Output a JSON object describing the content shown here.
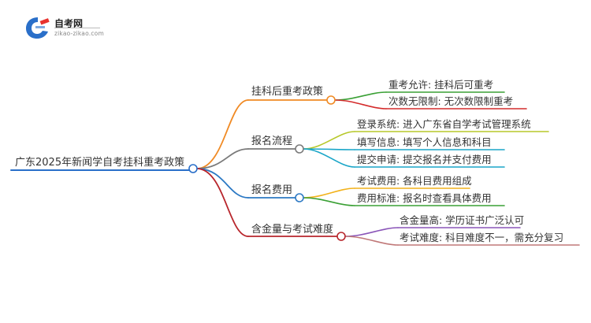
{
  "logo": {
    "title": "自考网",
    "url": "zikao-zikao.com",
    "colors": {
      "primary": "#2a6fc9",
      "accent": "#e8322d"
    }
  },
  "root": {
    "label": "广东2025年新闻学自考挂科重考政策",
    "color": "#2a6fc9"
  },
  "branches": [
    {
      "label": "挂科后重考政策",
      "color": "#f08a24",
      "leaves": [
        {
          "label": "重考允许: 挂科后可重考",
          "color": "#3aa035"
        },
        {
          "label": "次数无限制: 无次数限制重考",
          "color": "#d42b2b"
        }
      ]
    },
    {
      "label": "报名流程",
      "color": "#7a7a7a",
      "leaves": [
        {
          "label": "登录系统: 进入广东省自学考试管理系统",
          "color": "#b7c82a"
        },
        {
          "label": "填写信息: 填写个人信息和科目",
          "color": "#1aa6c8"
        },
        {
          "label": "提交申请: 提交报名并支付费用",
          "color": "#1aa6c8"
        }
      ]
    },
    {
      "label": "报名费用",
      "color": "#2c79c4",
      "leaves": [
        {
          "label": "考试费用: 各科目费用组成",
          "color": "#f2b21b"
        },
        {
          "label": "费用标准: 报名时查看具体费用",
          "color": "#3aa035"
        }
      ]
    },
    {
      "label": "含金量与考试难度",
      "color": "#b8262c",
      "leaves": [
        {
          "label": "含金量高: 学历证书广泛认可",
          "color": "#8a55b8"
        },
        {
          "label": "考试难度: 科目难度不一，需充分复习",
          "color": "#c07878"
        }
      ]
    }
  ]
}
